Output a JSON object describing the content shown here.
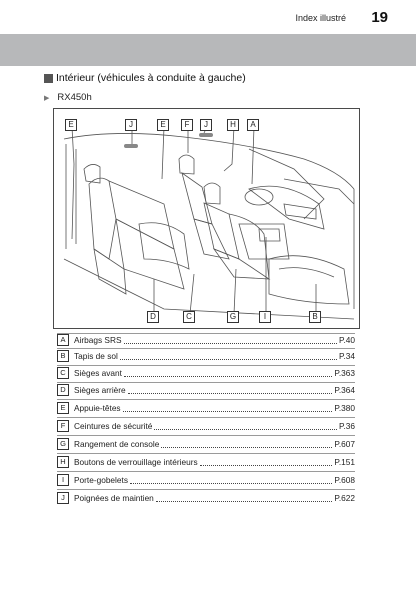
{
  "header": {
    "title": "Index illustré",
    "page_number": "19"
  },
  "section": {
    "title": "Intérieur (véhicules à conduite à gauche)",
    "subtitle": "RX450h"
  },
  "figure": {
    "top_labels": [
      "E",
      "J",
      "E",
      "F",
      "J",
      "H",
      "A"
    ],
    "bottom_labels": [
      "D",
      "C",
      "G",
      "I",
      "B"
    ]
  },
  "items": [
    {
      "key": "A",
      "label": "Airbags SRS",
      "page": "P.40"
    },
    {
      "key": "B",
      "label": "Tapis de sol",
      "page": "P.34"
    },
    {
      "key": "C",
      "label": "Sièges avant",
      "page": "P.363"
    },
    {
      "key": "D",
      "label": "Sièges arrière",
      "page": "P.364"
    },
    {
      "key": "E",
      "label": "Appuie-têtes",
      "page": "P.380"
    },
    {
      "key": "F",
      "label": "Ceintures de sécurité",
      "page": "P.36"
    },
    {
      "key": "G",
      "label": "Rangement de console",
      "page": "P.607"
    },
    {
      "key": "H",
      "label": "Boutons de verrouillage intérieurs",
      "page": "P.151"
    },
    {
      "key": "I",
      "label": "Porte-gobelets",
      "page": "P.608"
    },
    {
      "key": "J",
      "label": "Poignées de maintien",
      "page": "P.622"
    }
  ],
  "colors": {
    "band": "#b7b8ba",
    "text": "#1a1a1a",
    "border": "#333333"
  }
}
